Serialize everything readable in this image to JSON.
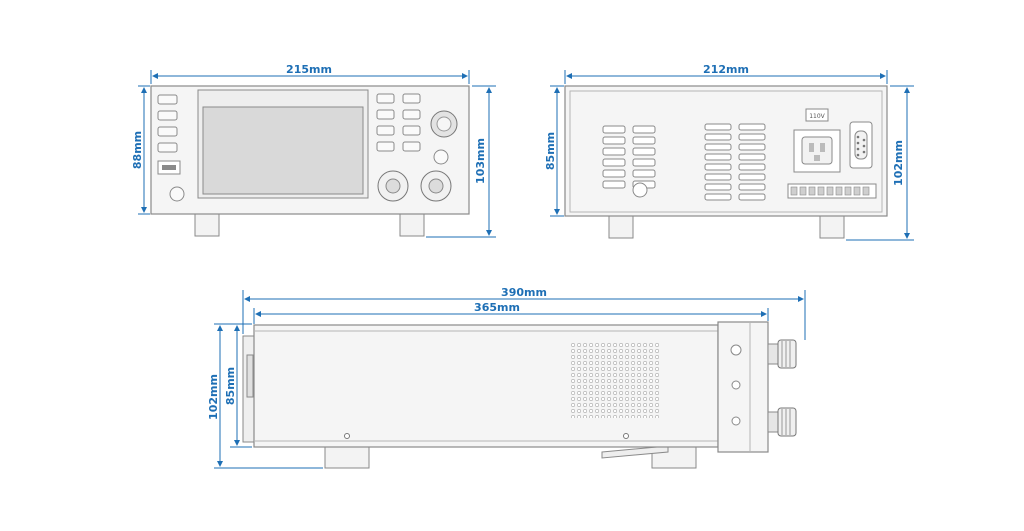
{
  "dimensions": {
    "front_width": "215mm",
    "front_height_body": "88mm",
    "front_height_total": "103mm",
    "rear_width": "212mm",
    "rear_height_body": "85mm",
    "rear_height_total": "102mm",
    "side_length_total": "390mm",
    "side_length_body": "365mm",
    "side_height_total": "102mm",
    "side_height_body": "85mm"
  },
  "labels": {
    "voltage_selector": "110V"
  },
  "colors": {
    "dimension": "#1e6fb5",
    "outline": "#8a8a8a",
    "panel": "#f3f3f3",
    "screen": "#d9d9d9"
  }
}
